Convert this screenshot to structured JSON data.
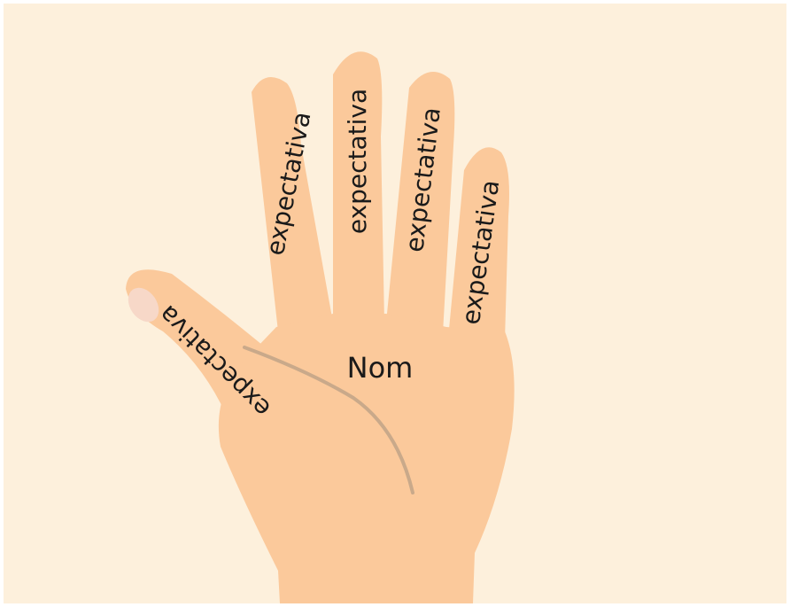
{
  "labels": {
    "palm": "Nom",
    "thumb": "expectativa",
    "index": "expectativa",
    "middle": "expectativa",
    "ring": "expectativa",
    "pinky": "expectativa"
  },
  "colors": {
    "background": "#fdf0dc",
    "skin": "#fbc99b",
    "nail": "#f7d8c8",
    "palm_line": "#c9a98a",
    "text": "#1a1a1a"
  }
}
